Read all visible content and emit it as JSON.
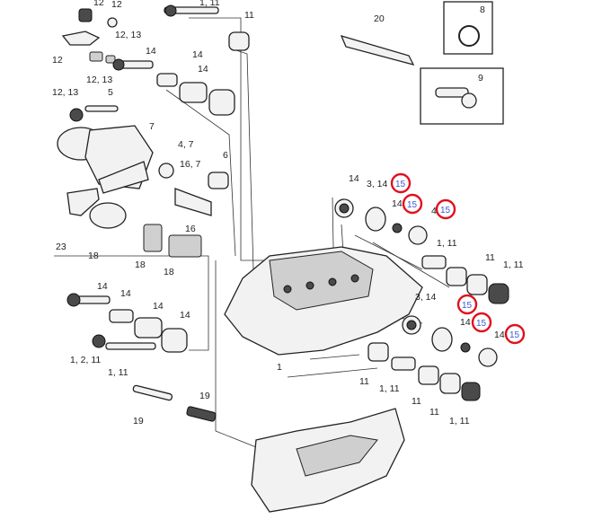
{
  "labels": {
    "l1": "12",
    "l2": "12",
    "l3": "1, 11",
    "l4": "11",
    "l5": "20",
    "l6": "8",
    "l7": "12, 13",
    "l8": "12",
    "l9": "14",
    "l10": "12, 13",
    "l11": "14",
    "l12": "14",
    "l13": "9",
    "l14": "12, 13",
    "l15": "5",
    "l16": "7",
    "l17": "4, 7",
    "l18": "16, 7",
    "l19": "6",
    "l20": "14",
    "l21": "3, 14",
    "l22": "14",
    "l23": "4",
    "l24": "16",
    "l25": "23",
    "l26": "18",
    "l27": "18",
    "l28": "18",
    "l29": "1, 11",
    "l30": "11",
    "l31": "1, 11",
    "l32": "14",
    "l33": "14",
    "l34": "14",
    "l35": "14",
    "l36": "3, 14",
    "l37": "14",
    "l38": "14",
    "l39": "1, 2, 11",
    "l40": "1, 11",
    "l41": "1",
    "l42": "11",
    "l43": "1, 11",
    "l44": "11",
    "l45": "11",
    "l46": "19",
    "l47": "19",
    "l48": "1, 11"
  },
  "highlights": {
    "h1": "15",
    "h2": "15",
    "h3": "15",
    "h4": "15",
    "h5": "15",
    "h6": "15"
  },
  "colors": {
    "highlight_ring": "#e0101e",
    "highlight_text": "#3a5bd0"
  }
}
